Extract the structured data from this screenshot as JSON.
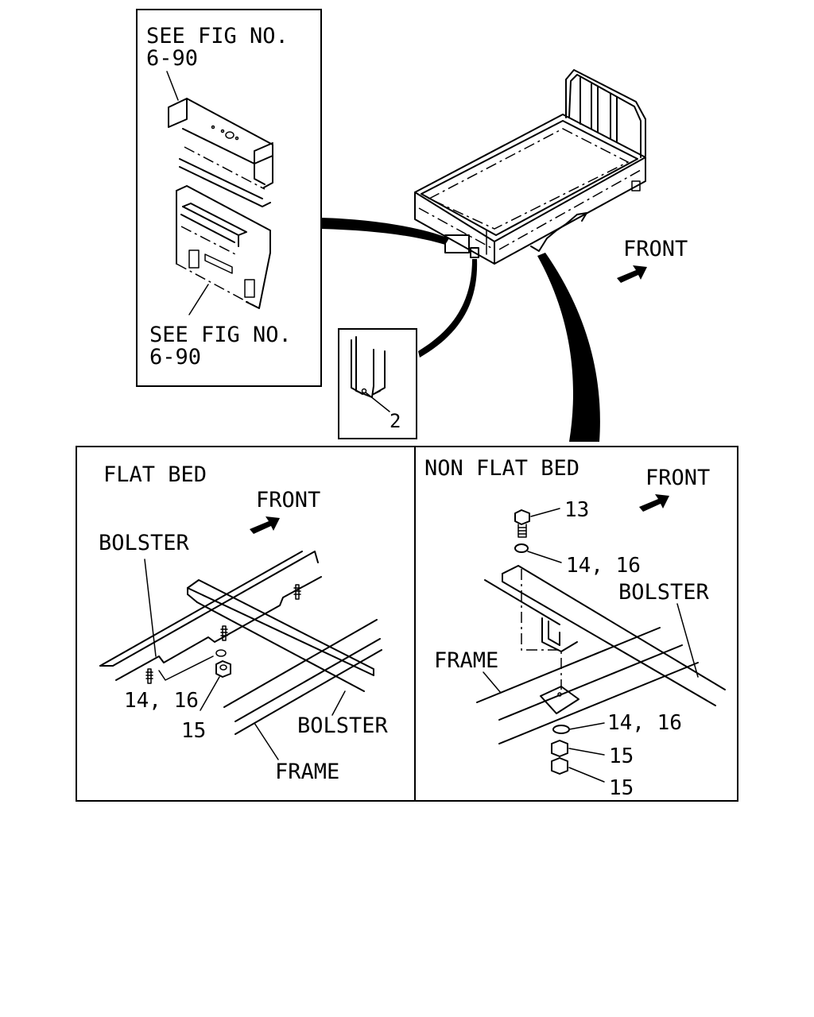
{
  "inset_box": {
    "top_ref": [
      "SEE FIG NO.",
      "6-90"
    ],
    "bottom_ref": [
      "SEE FIG NO.",
      "6-90"
    ]
  },
  "truck": {
    "front_label": "FRONT"
  },
  "clip_detail": {
    "part_number": "2"
  },
  "flat_bed": {
    "title": "FLAT BED",
    "front_label": "FRONT",
    "bolster_top": "BOLSTER",
    "bolster_bottom": "BOLSTER",
    "frame": "FRAME",
    "washer_ref": "14, 16",
    "nut_ref": "15"
  },
  "non_flat_bed": {
    "title": "NON FLAT BED",
    "front_label": "FRONT",
    "bolt_ref": "13",
    "washer_top_ref": "14, 16",
    "bolster": "BOLSTER",
    "frame": "FRAME",
    "washer_bottom_ref": "14, 16",
    "nut_ref_1": "15",
    "nut_ref_2": "15"
  }
}
